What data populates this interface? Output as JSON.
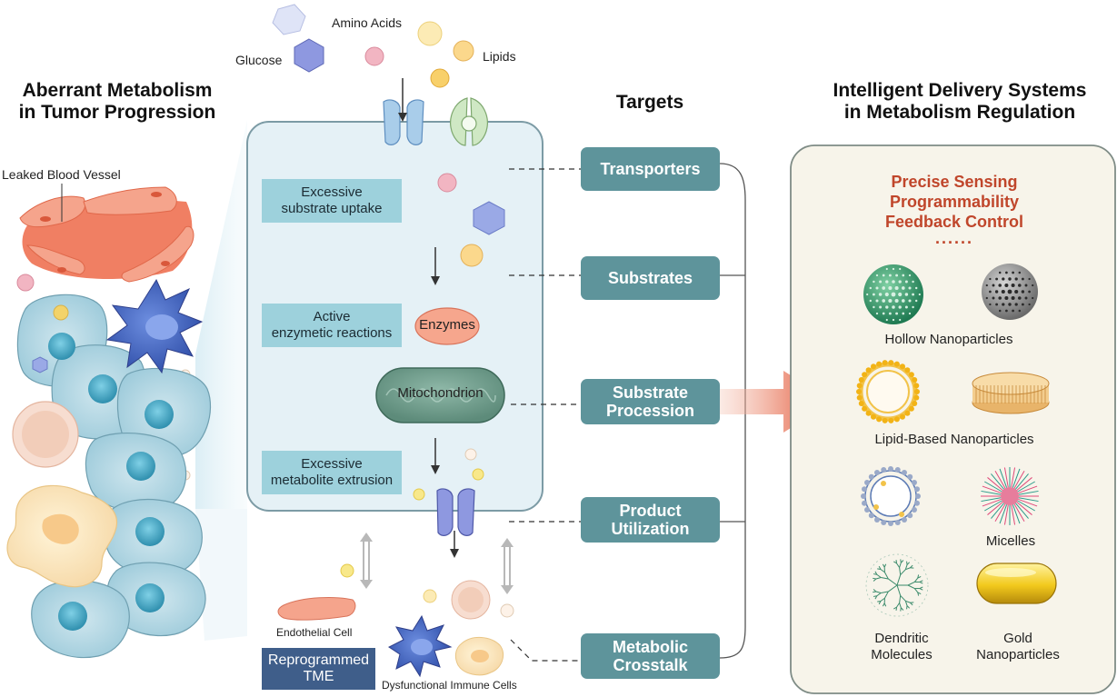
{
  "left_panel": {
    "title_line1": "Aberrant Metabolism",
    "title_line2": "in Tumor Progression",
    "leaked_vessel_label": "Leaked Blood Vessel"
  },
  "inputs": {
    "glucose": "Glucose",
    "amino_acids": "Amino Acids",
    "lipids": "Lipids"
  },
  "cell_processes": {
    "uptake_line1": "Excessive",
    "uptake_line2": "substrate uptake",
    "enzymatic_line1": "Active",
    "enzymatic_line2": "enzymetic reactions",
    "enzymes": "Enzymes",
    "mitochondrion": "Mitochondrion",
    "extrusion_line1": "Excessive",
    "extrusion_line2": "metabolite extrusion"
  },
  "tme": {
    "endothelial_cell": "Endothelial Cell",
    "reprogrammed_line1": "Reprogrammed",
    "reprogrammed_line2": "TME",
    "immune_cells": "Dysfunctional Immune Cells"
  },
  "targets": {
    "title": "Targets",
    "items": [
      {
        "line1": "Transporters",
        "line2": ""
      },
      {
        "line1": "Substrates",
        "line2": ""
      },
      {
        "line1": "Substrate",
        "line2": "Procession"
      },
      {
        "line1": "Product",
        "line2": "Utilization"
      },
      {
        "line1": "Metabolic",
        "line2": "Crosstalk"
      }
    ]
  },
  "right_panel": {
    "title_line1": "Intelligent Delivery Systems",
    "title_line2": "in Metabolism Regulation",
    "features": [
      "Precise Sensing",
      "Programmability",
      "Feedback Control"
    ],
    "ellipsis": "......",
    "nanoparticles": {
      "hollow": "Hollow Nanoparticles",
      "lipid": "Lipid-Based Nanoparticles",
      "micelles": "Micelles",
      "dendritic_line1": "Dendritic",
      "dendritic_line2": "Molecules",
      "gold_line1": "Gold",
      "gold_line2": "Nanoparticles"
    }
  },
  "colors": {
    "cell_fill": "#e5f1f6",
    "cell_border": "#7c9ba5",
    "process_box": "#9dd1dc",
    "target_box": "#5e949b",
    "panel_fill": "#f7f4ea",
    "feature_text": "#c0462b",
    "vessel": "#f08a70",
    "tme_box": "#3f5e8a"
  }
}
